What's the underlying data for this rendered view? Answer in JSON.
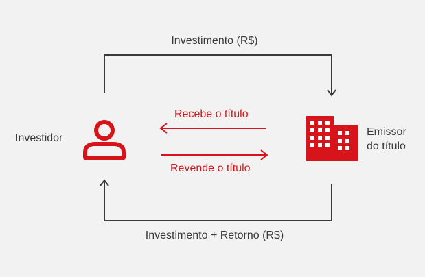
{
  "flows": {
    "top_label": "Investimento (R$)",
    "bottom_label": "Investimento + Retorno (R$)",
    "receive_label": "Recebe o título",
    "resell_label": "Revende o título"
  },
  "actors": {
    "investor": {
      "label": "Investidor",
      "icon": "person-icon"
    },
    "issuer": {
      "label_line1": "Emissor",
      "label_line2": "do título",
      "icon": "building-icon"
    }
  },
  "colors": {
    "accent": "#d8141b",
    "line": "#3a3a3a",
    "text": "#3a3a3a",
    "background": "#f2f2f2"
  }
}
